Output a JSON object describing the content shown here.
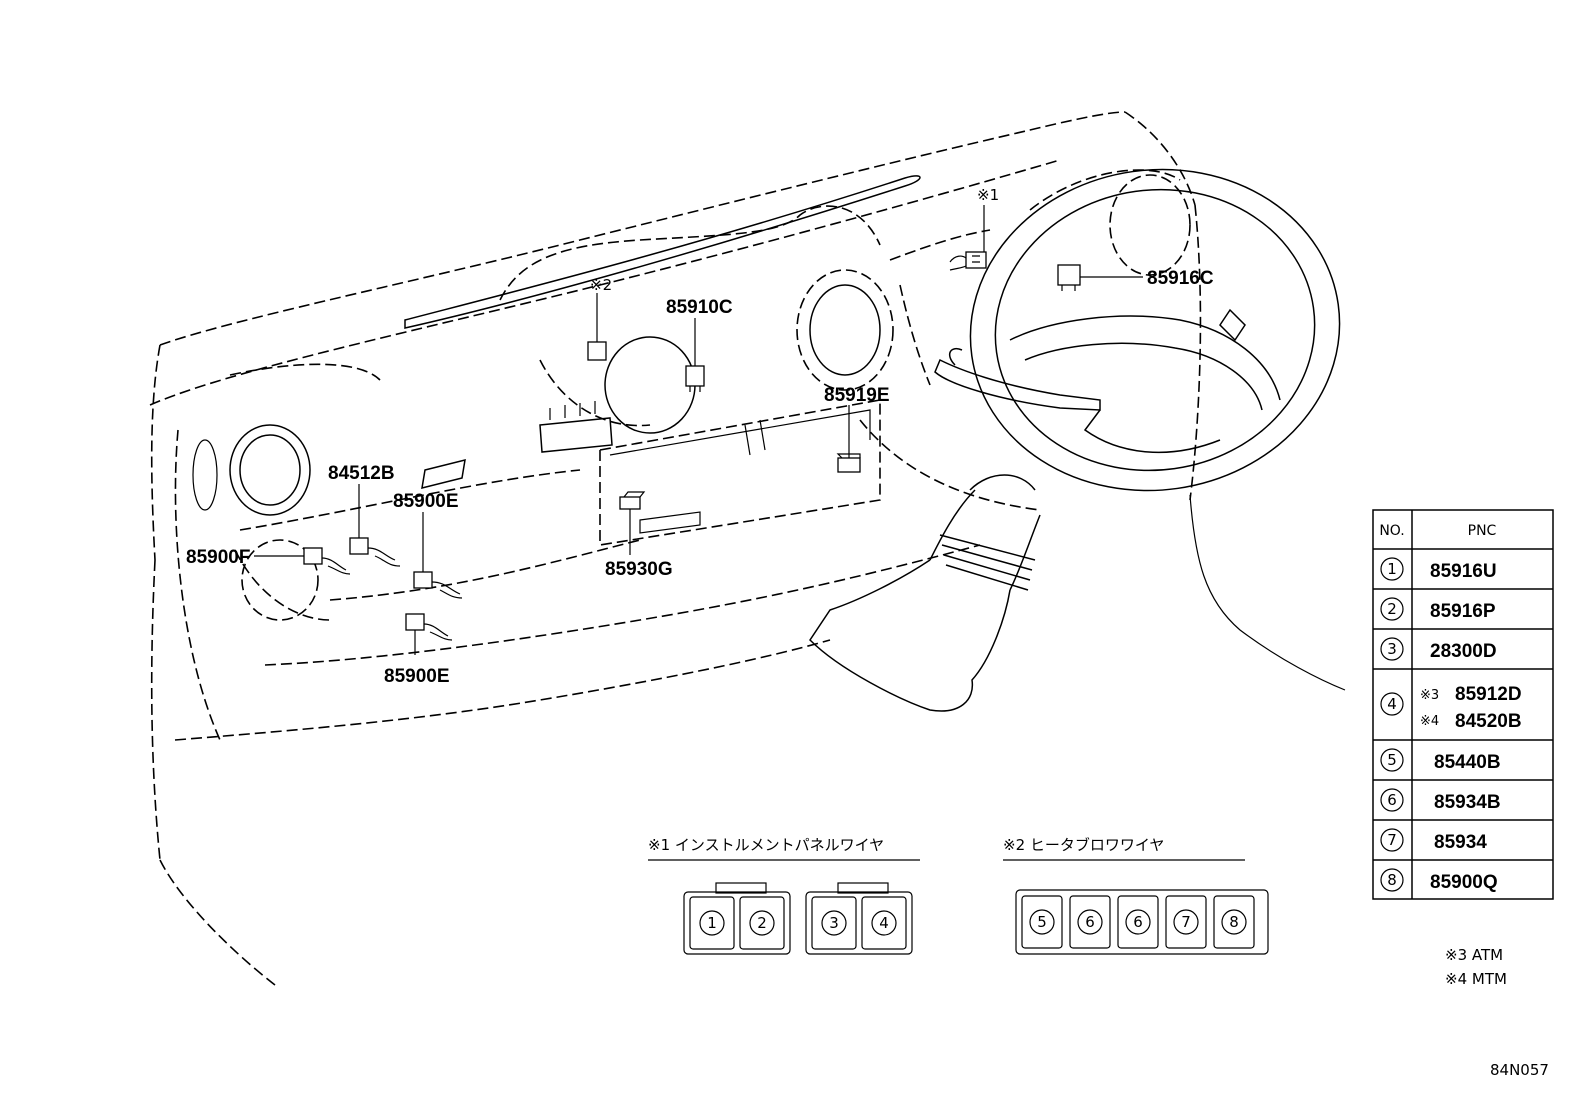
{
  "callouts": {
    "c1": "85916C",
    "c2": "85910C",
    "c3": "85919E",
    "c4": "84512B",
    "c5": "85900E",
    "c6": "85900F",
    "c7": "85930G",
    "c8": "85900E"
  },
  "notes": {
    "n1": "※1",
    "n2": "※2"
  },
  "legends": {
    "wire1_title": "※1 インストルメントパネルワイヤ",
    "wire2_title": "※2 ヒータブロワワイヤ",
    "wire1_groups": [
      [
        "1",
        "2"
      ],
      [
        "3",
        "4"
      ]
    ],
    "wire2_slots": [
      "5",
      "6",
      "6",
      "7",
      "8"
    ]
  },
  "table": {
    "head_no": "NO.",
    "head_pnc": "PNC",
    "rows": [
      {
        "no": "1",
        "pnc": "85916U"
      },
      {
        "no": "2",
        "pnc": "85916P"
      },
      {
        "no": "3",
        "pnc": "28300D"
      },
      {
        "no": "4",
        "mark1": "※3",
        "pnc1": "85912D",
        "mark2": "※4",
        "pnc2": "84520B"
      },
      {
        "no": "5",
        "pnc": "85440B"
      },
      {
        "no": "6",
        "pnc": "85934B"
      },
      {
        "no": "7",
        "pnc": "85934"
      },
      {
        "no": "8",
        "pnc": "85900Q"
      }
    ]
  },
  "footnotes": {
    "f1": "※3 ATM",
    "f2": "※4 MTM"
  },
  "drawing_code": "84N057"
}
